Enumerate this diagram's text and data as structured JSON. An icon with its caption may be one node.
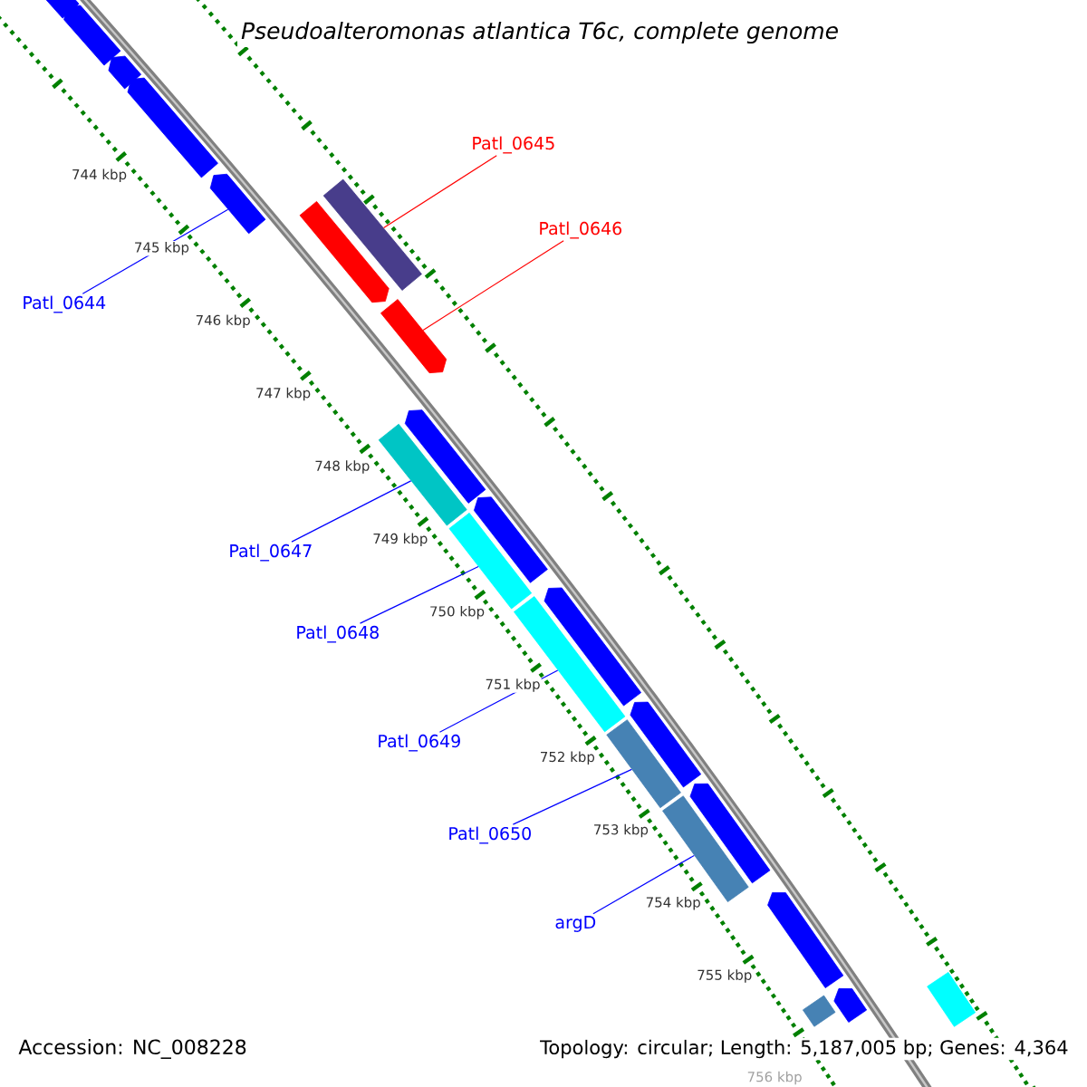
{
  "diagram": {
    "title": "Pseudoalteromonas atlantica T6c, complete genome",
    "nodes": [
      {
        "text": [
          "Patl_0645"
        ]
      },
      {
        "text": [
          "Patl_0646"
        ]
      },
      {
        "text": [
          "Patl_0644"
        ]
      },
      {
        "text": [
          "Patl_0647"
        ]
      },
      {
        "text": [
          "Patl_0648"
        ]
      },
      {
        "text": [
          "Patl_0649"
        ]
      },
      {
        "text": [
          "Patl_0650"
        ]
      },
      {
        "text": [
          "argD"
        ]
      },
      {
        "text": [],
        "shape": "arrow"
      },
      {
        "text": [],
        "shape": "arrow"
      },
      {
        "text": [],
        "shape": "arrow"
      },
      {
        "text": [],
        "shape": "arrow"
      },
      {
        "text": [],
        "shape": "arrow"
      },
      {
        "text": [],
        "shape": "bar"
      },
      {
        "text": [],
        "shape": "arrow"
      },
      {
        "text": [],
        "shape": "arrow"
      },
      {
        "text": [],
        "shape": "arrow"
      },
      {
        "text": [],
        "shape": "bar"
      },
      {
        "text": [],
        "shape": "arrow"
      },
      {
        "text": [],
        "shape": "bar"
      },
      {
        "text": [],
        "shape": "arrow"
      },
      {
        "text": [],
        "shape": "bar"
      },
      {
        "text": [],
        "shape": "arrow"
      },
      {
        "text": [],
        "shape": "bar"
      },
      {
        "text": [],
        "shape": "arrow"
      },
      {
        "text": [],
        "shape": "bar"
      },
      {
        "text": [],
        "shape": "arrow"
      },
      {
        "text": [],
        "shape": "arrow"
      },
      {
        "text": [],
        "shape": "bar"
      },
      {
        "text": [],
        "shape": "bar"
      }
    ],
    "edges": [
      {
        "from": 0,
        "to": 13,
        "arrow": "none",
        "color": "#ff0000"
      },
      {
        "from": 1,
        "to": 15,
        "arrow": "none",
        "color": "#ff0000"
      },
      {
        "from": 2,
        "to": 12,
        "arrow": "none"
      },
      {
        "from": 3,
        "to": 17,
        "arrow": "none"
      },
      {
        "from": 4,
        "to": 19,
        "arrow": "none"
      },
      {
        "from": 5,
        "to": 21,
        "arrow": "none"
      },
      {
        "from": 6,
        "to": 23,
        "arrow": "none"
      },
      {
        "from": 7,
        "to": 25,
        "arrow": "none"
      }
    ],
    "labels": [
      "744 kbp",
      "745 kbp",
      "746 kbp",
      "747 kbp",
      "748 kbp",
      "749 kbp",
      "750 kbp",
      "751 kbp",
      "752 kbp",
      "753 kbp",
      "754 kbp",
      "755 kbp",
      "756 kbp",
      "Accession: NC_008228",
      "Topology: circular; Length: 5,187,005 bp; Genes: 4,364"
    ]
  }
}
